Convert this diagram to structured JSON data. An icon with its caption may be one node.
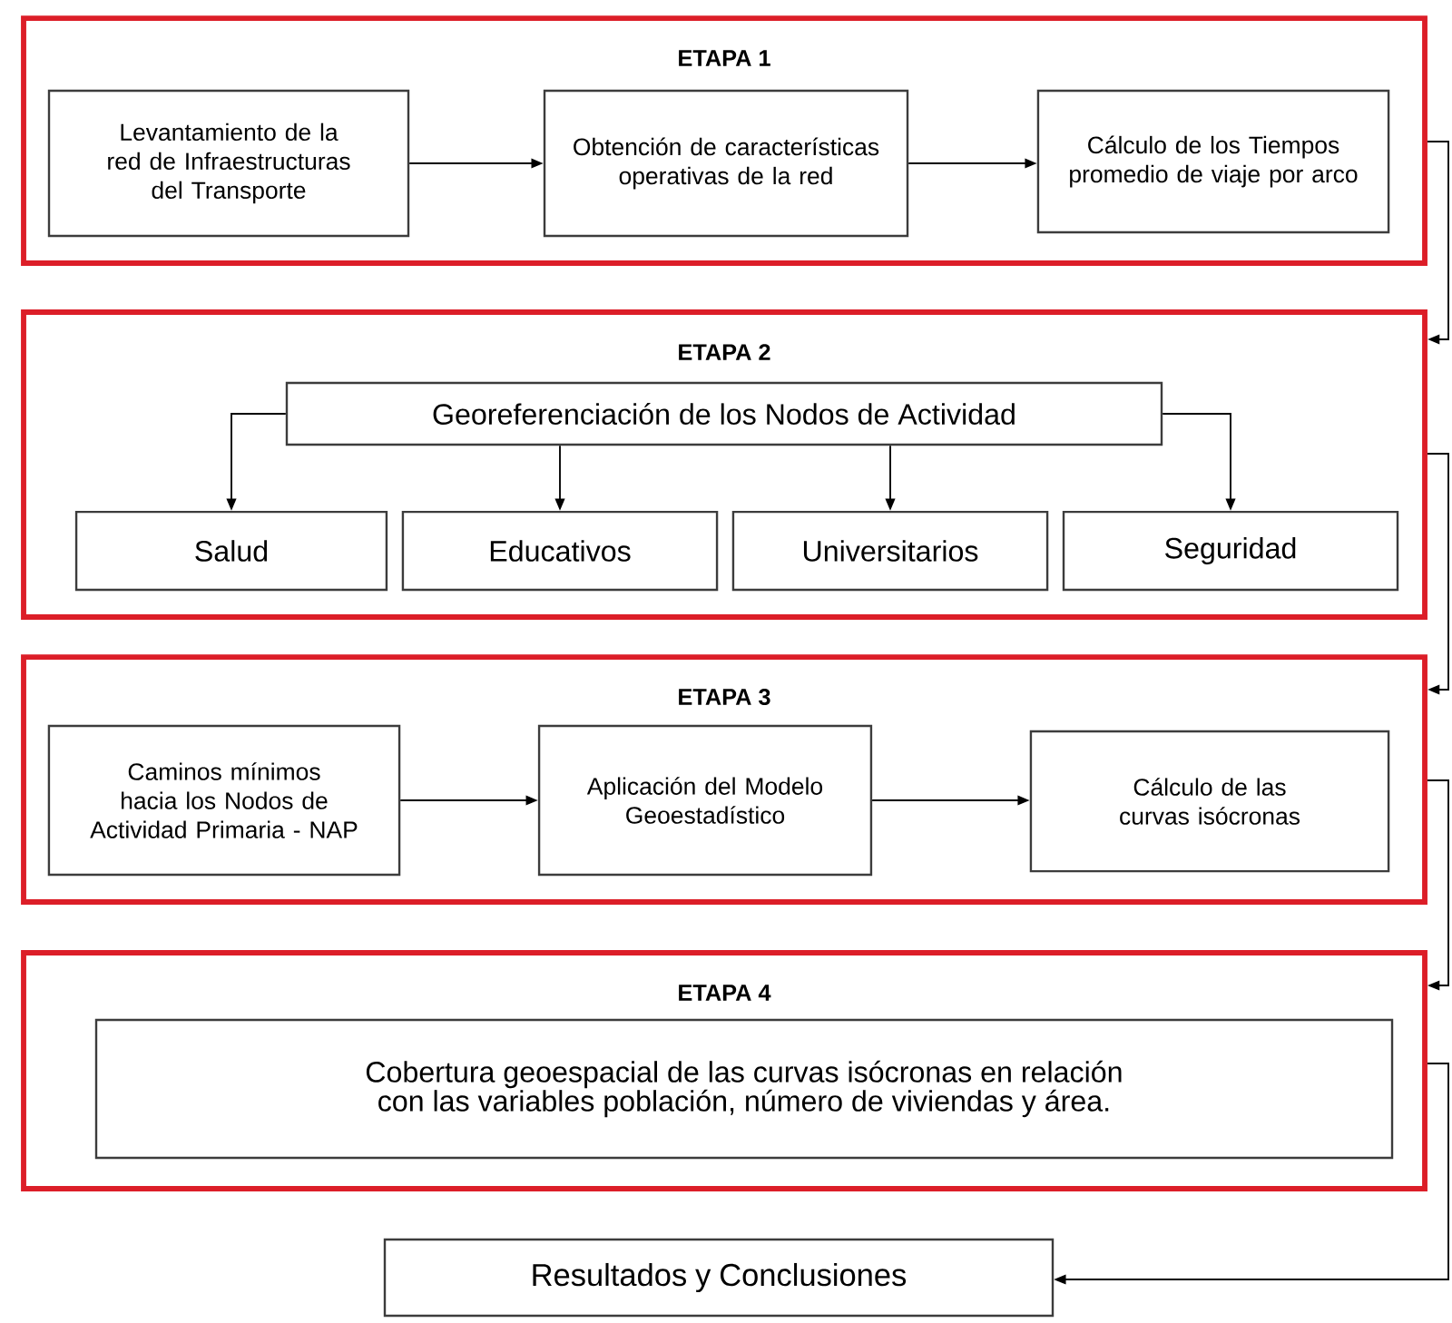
{
  "diagram": {
    "nodes": [
      {
        "text": [
          "ETAPA 1"
        ]
      },
      {
        "text": [
          "Levantamiento de la red de Infraestructuras del Transporte"
        ],
        "in": 0
      },
      {
        "text": [
          "Obtención de características operativas de la red"
        ],
        "in": 0
      },
      {
        "text": [
          "Cálculo de los Tiempos promedio de viaje por arco"
        ],
        "in": 0
      },
      {
        "text": [
          "ETAPA 2"
        ]
      },
      {
        "text": [
          "Georeferenciación de los Nodos de Actividad"
        ],
        "in": 4
      },
      {
        "text": [
          "Salud"
        ],
        "in": 4
      },
      {
        "text": [
          "Educativos"
        ],
        "in": 4
      },
      {
        "text": [
          "Universitarios"
        ],
        "in": 4
      },
      {
        "text": [
          "Seguridad"
        ],
        "in": 4
      },
      {
        "text": [
          "ETAPA 3"
        ]
      },
      {
        "text": [
          "Caminos mínimos hacia los Nodos de Actividad Primaria - NAP"
        ],
        "in": 10
      },
      {
        "text": [
          "Aplicación del Modelo Geoestadístico"
        ],
        "in": 10
      },
      {
        "text": [
          "Cálculo de las curvas isócronas"
        ],
        "in": 10
      },
      {
        "text": [
          "ETAPA 4"
        ]
      },
      {
        "text": [
          "Cobertura geoespacial de las curvas isócronas en relación con las variables población, número de viviendas y área."
        ],
        "in": 14
      },
      {
        "text": [
          "Resultados y Conclusiones"
        ]
      }
    ],
    "edges": [
      {
        "from": 1,
        "to": 2,
        "arrow": "to"
      },
      {
        "from": 2,
        "to": 3,
        "arrow": "to"
      },
      {
        "from": 5,
        "to": 6,
        "arrow": "to"
      },
      {
        "from": 5,
        "to": 7,
        "arrow": "to"
      },
      {
        "from": 5,
        "to": 8,
        "arrow": "to"
      },
      {
        "from": 5,
        "to": 9,
        "arrow": "to"
      },
      {
        "from": 11,
        "to": 12,
        "arrow": "to"
      },
      {
        "from": 12,
        "to": 13,
        "arrow": "to"
      },
      {
        "from": 0,
        "to": 4,
        "arrow": "to"
      },
      {
        "from": 4,
        "to": 10,
        "arrow": "to"
      },
      {
        "from": 10,
        "to": 14,
        "arrow": "to"
      },
      {
        "from": 14,
        "to": 16,
        "arrow": "to"
      }
    ]
  }
}
